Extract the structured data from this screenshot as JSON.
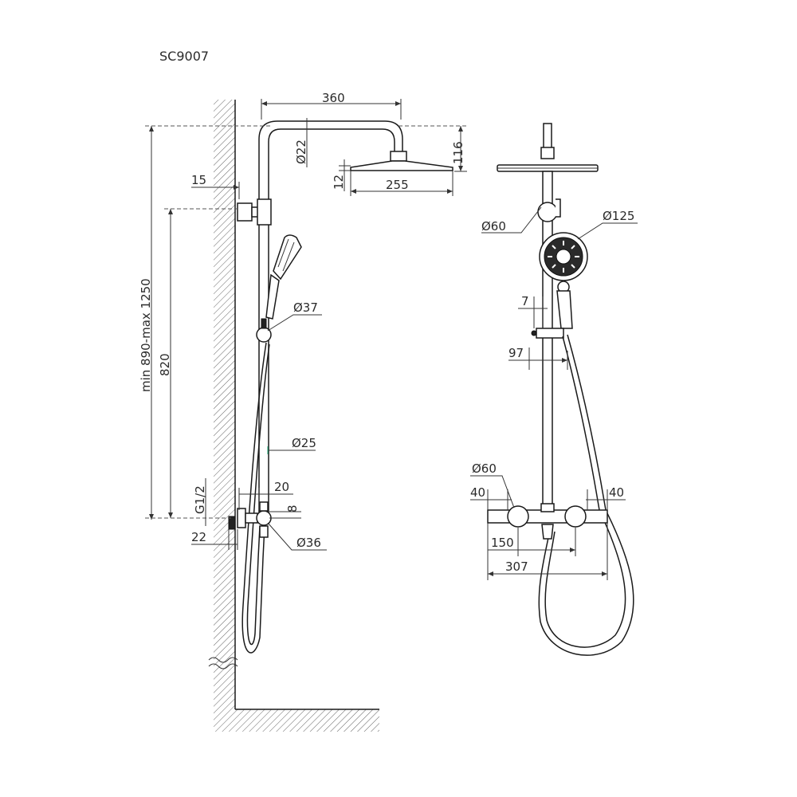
{
  "model": "SC9007",
  "dimensions": {
    "head_arm_length": "360",
    "arm_diameter": "Ø22",
    "head_height": "116",
    "head_thickness": "12",
    "head_diameter": "255",
    "wall_clearance": "15",
    "slider_diameter": "Ø37",
    "rail_length": "820",
    "total_height": "min 890-max 1250",
    "rail_diameter": "Ø25",
    "connector_offset": "20",
    "thread": "G1/2",
    "connector_gap": "8",
    "wall_offset": "22",
    "connector_diameter": "Ø36",
    "bracket_diameter": "Ø60",
    "hand_shower_diameter": "Ø125",
    "slider_offset": "7",
    "hose_offset": "97",
    "mixer_diameter": "Ø60",
    "mixer_left": "40",
    "mixer_right": "40",
    "mixer_spacing": "150",
    "mixer_length": "307"
  }
}
